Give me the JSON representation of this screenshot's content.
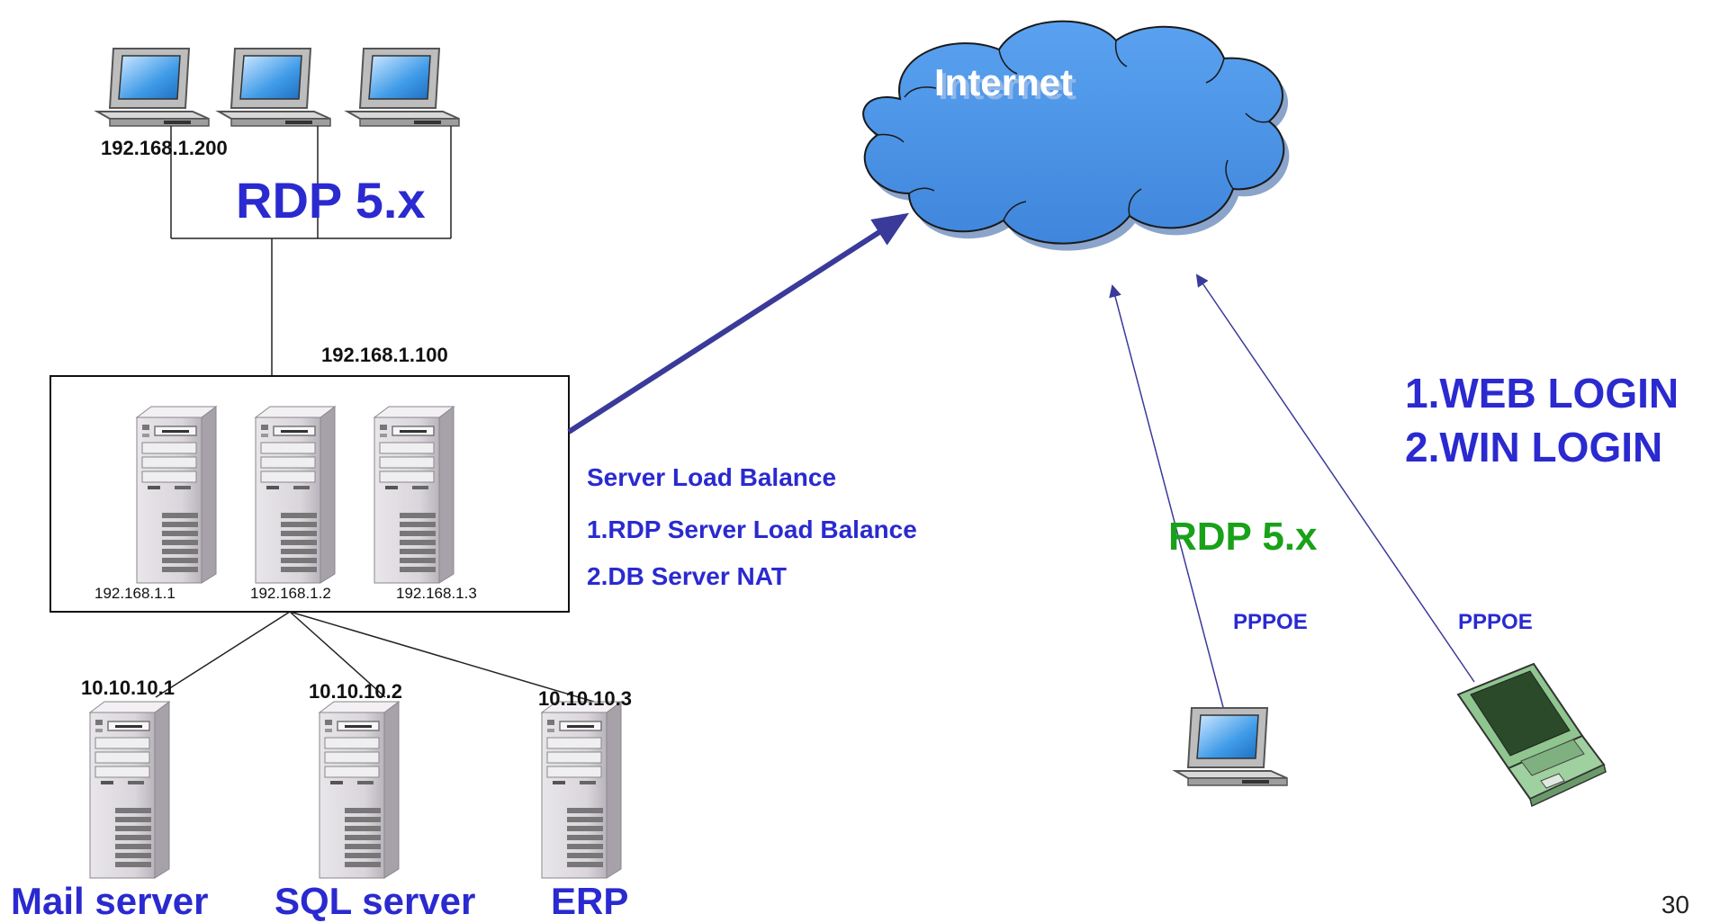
{
  "cloud": {
    "label": "Internet"
  },
  "lan": {
    "client_ip": "192.168.1.200",
    "protocol": "RDP 5.x",
    "gateway_ip": "192.168.1.100",
    "server_ips": [
      "192.168.1.1",
      "192.168.1.2",
      "192.168.1.3"
    ]
  },
  "backend": {
    "ips": [
      "10.10.10.1",
      "10.10.10.2",
      "10.10.10.3"
    ],
    "names": [
      "Mail server",
      "SQL server",
      "ERP"
    ]
  },
  "features": {
    "title": "Server Load Balance",
    "items": [
      "1.RDP Server Load Balance",
      "2.DB Server NAT"
    ]
  },
  "remote": {
    "protocol": "RDP 5.x",
    "link_labels": [
      "PPPOE",
      "PPPOE"
    ],
    "logins": [
      "1.WEB LOGIN",
      "2.WIN LOGIN"
    ]
  },
  "page_number": "30",
  "colors": {
    "accent_blue": "#2a2ad0",
    "accent_green": "#1aa11a",
    "cloud_fill": "#4a93e6",
    "arrow": "#3a3a9a"
  }
}
